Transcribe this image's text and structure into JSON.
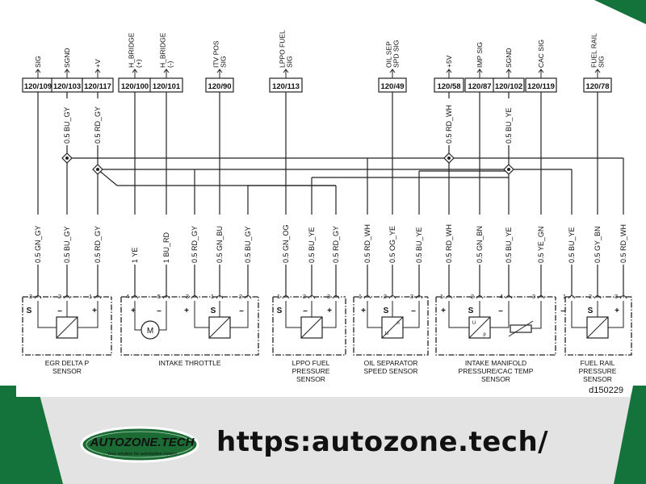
{
  "diagram_id": "d150229",
  "connectors": [
    {
      "id": "120/109",
      "signal": "SIG"
    },
    {
      "id": "120/103",
      "signal": "SGND"
    },
    {
      "id": "120/117",
      "signal": "+V"
    },
    {
      "id": "120/100",
      "signal": "H_BRIDGE (+)"
    },
    {
      "id": "120/101",
      "signal": "H_BRIDGE (-)"
    },
    {
      "id": "120/90",
      "signal": "ITV POS SIG"
    },
    {
      "id": "120/113",
      "signal": "LPPO FUEL SIG"
    },
    {
      "id": "120/49",
      "signal": "OIL SEP SPD SIG"
    },
    {
      "id": "120/58",
      "signal": "+5V"
    },
    {
      "id": "120/87",
      "signal": "IMP SIG"
    },
    {
      "id": "120/102",
      "signal": "SGND"
    },
    {
      "id": "120/119",
      "signal": "CAC SIG"
    },
    {
      "id": "120/78",
      "signal": "FUEL RAIL SIG"
    }
  ],
  "upper_wires": [
    "0.5 BU_GY",
    "0.5 RD_GY",
    "0.5 RD_WH",
    "0.5 BU_YE"
  ],
  "lower_wires": [
    "0.5 GN_GY",
    "0.5 BU_GY",
    "0.5 RD_GY",
    "1 YE",
    "1 BU_RD",
    "0.5 RD_GY",
    "0.5 GN_BU",
    "0.5 BU_GY",
    "0.5 GN_OG",
    "0.5 BU_YE",
    "0.5 RD_GY",
    "0.5 RD_WH",
    "0.5 OG_YE",
    "0.5 BU_YE",
    "0.5 RD_WH",
    "0.5 GN_BN",
    "0.5 BU_YE",
    "0.5 YE_GN",
    "0.5 BU_YE",
    "0.5 GY_BN",
    "0.5 RD_WH"
  ],
  "pins": [
    "3",
    "2",
    "1",
    "4",
    "5",
    "3",
    "1",
    "2",
    "1",
    "2",
    "3",
    "1",
    "2",
    "3",
    "1",
    "2",
    "4",
    "3",
    "1",
    "2",
    "3"
  ],
  "pin_symbols": [
    "S",
    "–",
    "+",
    "+",
    "–",
    "+",
    "S",
    "–",
    "S",
    "–",
    "+",
    "+",
    "S",
    "–",
    "+",
    "S",
    "–",
    "–",
    "S",
    "+"
  ],
  "sensors": [
    {
      "name": "EGR DELTA P SENSOR"
    },
    {
      "name": "INTAKE THROTTLE"
    },
    {
      "name": "LPPO FUEL PRESSURE SENSOR"
    },
    {
      "name": "OIL SEPARATOR SPEED SENSOR"
    },
    {
      "name": "INTAKE MANIFOLD PRESSURE/CAC TEMP SENSOR"
    },
    {
      "name": "FUEL RAIL PRESSURE SENSOR"
    }
  ],
  "symbol_labels": {
    "motor": "M",
    "speed_u": "U",
    "speed_n": "n",
    "press_u": "U",
    "press_p": "p"
  },
  "footer": {
    "brand": "AUTOZONE.TECH",
    "tagline": "Your solution for automotive repairs",
    "url": "https:autozone.tech/"
  }
}
